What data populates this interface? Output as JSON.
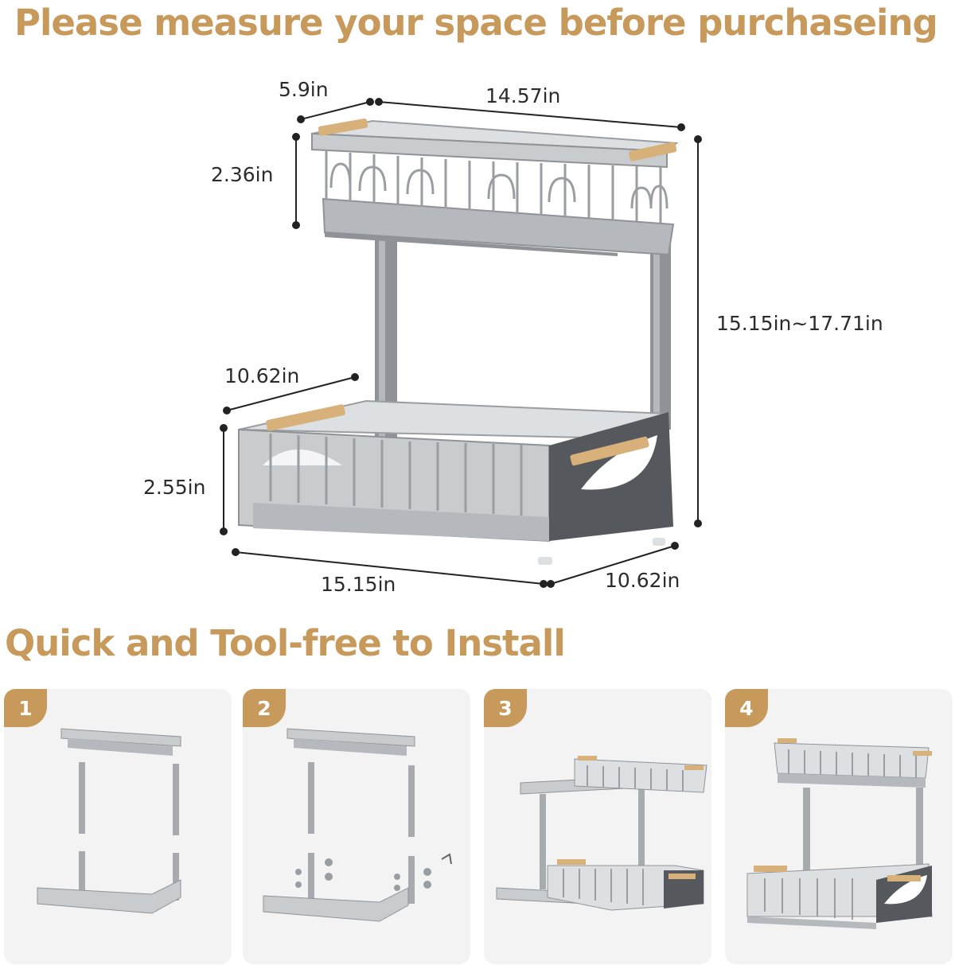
{
  "headings": {
    "measure": "Please measure your space before purchaseing",
    "install": "Quick and Tool-free to Install"
  },
  "dimensions": {
    "top_depth": "5.9in",
    "top_width": "14.57in",
    "top_height": "2.36in",
    "total_height": "15.15in~17.71in",
    "bottom_depth_upper": "10.62in",
    "bottom_height": "2.55in",
    "bottom_width": "15.15in",
    "bottom_depth": "10.62in"
  },
  "steps": [
    "1",
    "2",
    "3",
    "4"
  ],
  "colors": {
    "accent": "#c79a5c",
    "metal": "#c9cccf",
    "metal_dark": "#8f9397",
    "panel_dark": "#55585c",
    "wood": "#d7b07a",
    "card_bg": "#f3f3f3"
  }
}
